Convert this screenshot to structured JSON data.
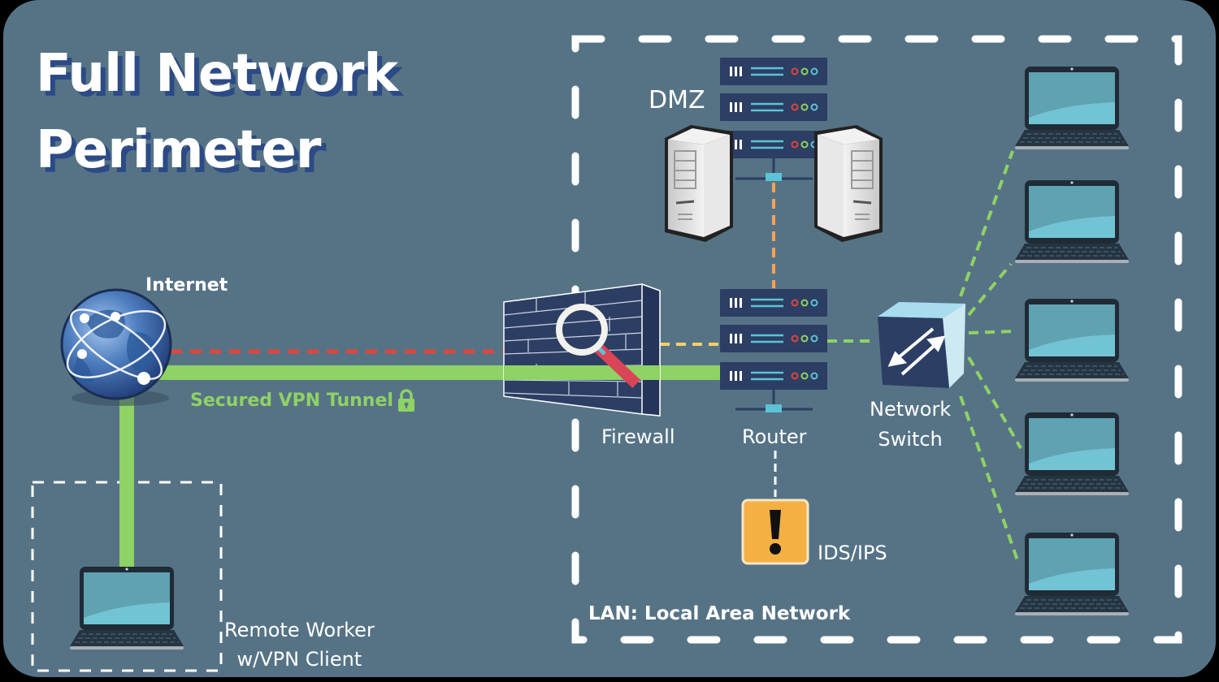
{
  "title": {
    "line1": "Full Network",
    "line2": "Perimeter"
  },
  "colors": {
    "background": "#567386",
    "title_shadow": "#2b4a86",
    "vpn_green": "#8fd265",
    "untrusted_red": "#e0453b",
    "dmz_orange": "#f2a256",
    "firewall_yellow": "#f5d066",
    "server_navy": "#2c3e63",
    "ids_orange": "#f4b043"
  },
  "nodes": {
    "internet": {
      "label": "Internet",
      "icon": "globe-icon"
    },
    "firewall": {
      "label": "Firewall",
      "icon": "firewall-brick-wall-icon"
    },
    "router": {
      "label": "Router",
      "icon": "server-rack-icon"
    },
    "dmz": {
      "label": "DMZ",
      "icon": "server-tower-icon"
    },
    "switch": {
      "label_line1": "Network",
      "label_line2": "Switch",
      "icon": "network-switch-icon"
    },
    "ids": {
      "label": "IDS/IPS",
      "icon": "warning-exclamation-icon"
    },
    "remote_worker": {
      "label_line1": "Remote Worker",
      "label_line2": "w/VPN Client",
      "icon": "laptop-icon"
    },
    "lan_clients": {
      "count": 5,
      "icon": "laptop-icon"
    }
  },
  "links": {
    "vpn_tunnel": {
      "label": "Secured VPN Tunnel",
      "icon": "lock-icon"
    }
  },
  "zones": {
    "lan": {
      "label": "LAN: Local Area Network"
    }
  }
}
